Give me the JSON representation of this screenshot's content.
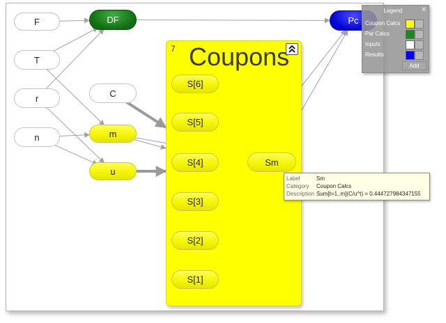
{
  "group": {
    "title": "Coupons",
    "count": "7",
    "collapse_icon": "chevron-double-up-icon"
  },
  "nodes": {
    "F": {
      "label": "F",
      "category": "input"
    },
    "T": {
      "label": "T",
      "category": "input"
    },
    "r": {
      "label": "r",
      "category": "input"
    },
    "n": {
      "label": "n",
      "category": "input"
    },
    "C": {
      "label": "C",
      "category": "input"
    },
    "DF": {
      "label": "DF",
      "category": "par"
    },
    "Pc": {
      "label": "Pc",
      "category": "result"
    },
    "m": {
      "label": "m",
      "category": "coupon"
    },
    "u": {
      "label": "u",
      "category": "coupon"
    },
    "S6": {
      "label": "S[6]",
      "category": "coupon"
    },
    "S5": {
      "label": "S[5]",
      "category": "coupon"
    },
    "S4": {
      "label": "S[4]",
      "category": "coupon"
    },
    "S3": {
      "label": "S[3]",
      "category": "coupon"
    },
    "S2": {
      "label": "S[2]",
      "category": "coupon"
    },
    "S1": {
      "label": "S[1]",
      "category": "coupon"
    },
    "Sm": {
      "label": "Sm",
      "category": "coupon"
    }
  },
  "edges": [
    {
      "from": "F",
      "to": "DF",
      "style": "normal"
    },
    {
      "from": "T",
      "to": "DF",
      "style": "normal"
    },
    {
      "from": "r",
      "to": "DF",
      "style": "normal"
    },
    {
      "from": "T",
      "to": "m",
      "style": "normal"
    },
    {
      "from": "r",
      "to": "u",
      "style": "normal"
    },
    {
      "from": "n",
      "to": "m",
      "style": "normal"
    },
    {
      "from": "n",
      "to": "u",
      "style": "normal"
    },
    {
      "from": "DF",
      "to": "Pc",
      "style": "normal"
    },
    {
      "from": "C",
      "to": "Coupons",
      "style": "thick"
    },
    {
      "from": "u",
      "to": "Coupons",
      "style": "thick"
    },
    {
      "from": "m",
      "to": "Coupons",
      "style": "normal"
    },
    {
      "from": "m",
      "to": "Sm",
      "style": "highlight"
    },
    {
      "from": "S6",
      "to": "Sm",
      "style": "normal"
    },
    {
      "from": "S5",
      "to": "Sm",
      "style": "normal"
    },
    {
      "from": "S4",
      "to": "Sm",
      "style": "normal"
    },
    {
      "from": "S3",
      "to": "Sm",
      "style": "normal"
    },
    {
      "from": "S2",
      "to": "Sm",
      "style": "normal"
    },
    {
      "from": "S1",
      "to": "Sm",
      "style": "normal"
    },
    {
      "from": "Sm",
      "to": "Pc",
      "style": "highlight"
    },
    {
      "from": "Coupons",
      "to": "Pc",
      "style": "normal"
    }
  ],
  "legend": {
    "title": "Legend",
    "close_icon": "close-icon",
    "add_label": "Add",
    "items": [
      {
        "label": "Coupon Calcs",
        "color": "#ffff00"
      },
      {
        "label": "Par Calcs",
        "color": "#1a8a1a"
      },
      {
        "label": "Inputs",
        "color": "#ffffff"
      },
      {
        "label": "Results",
        "color": "#0000ff"
      }
    ]
  },
  "tooltip": {
    "rows": [
      {
        "key": "Label",
        "value": "Sm"
      },
      {
        "key": "Category",
        "value": "Coupon Calcs"
      },
      {
        "key": "Description",
        "value": "Sum[t=1..m](C/u^t) = 0.444727984347155"
      }
    ]
  },
  "colors": {
    "edge": "#a3a3a3",
    "edge_thick": "#9a9a9a",
    "edge_highlight": "#9a9ae6"
  }
}
